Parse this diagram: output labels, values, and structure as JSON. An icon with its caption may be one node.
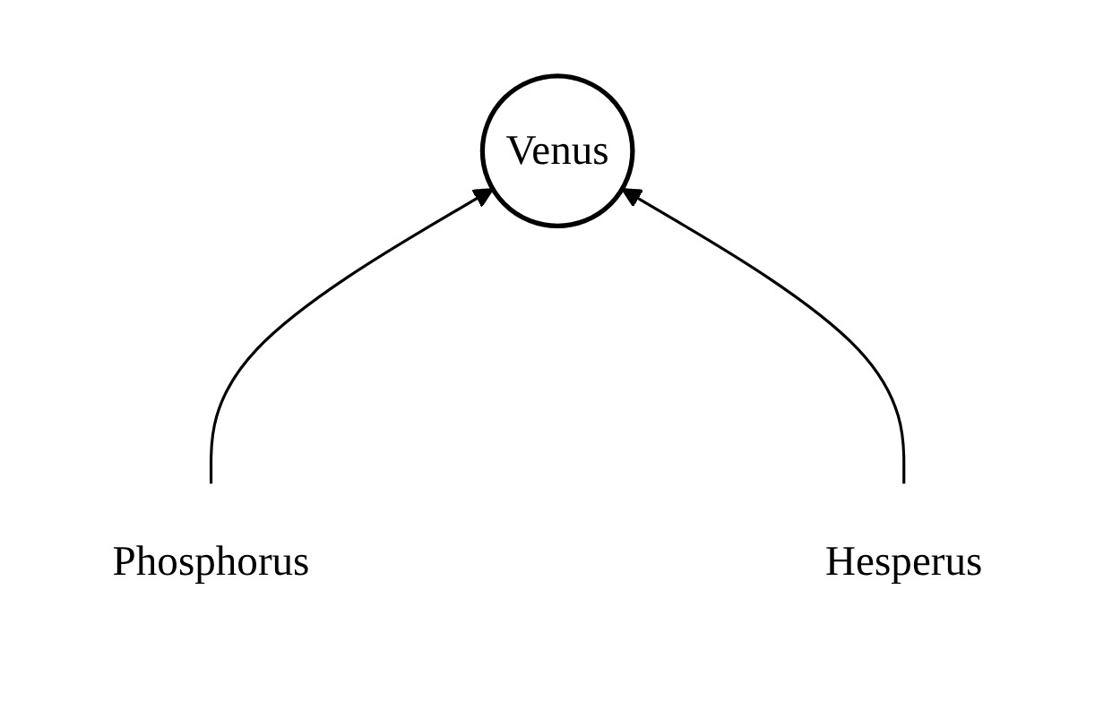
{
  "diagram": {
    "nodes": [
      {
        "text": [
          "Venus"
        ]
      },
      {
        "text": [
          "Phosphorus"
        ]
      },
      {
        "text": [
          "Hesperus"
        ]
      }
    ],
    "edges": [
      {
        "from": 1,
        "to": 0,
        "arrow": "to"
      },
      {
        "from": 2,
        "to": 0,
        "arrow": "to"
      }
    ]
  }
}
